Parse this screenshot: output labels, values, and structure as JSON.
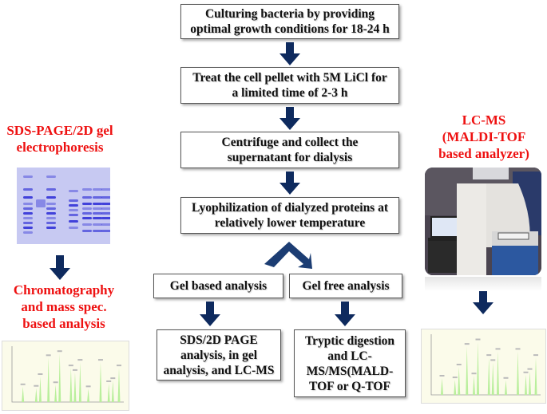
{
  "flow": {
    "step1": "Culturing bacteria by providing optimal growth conditions for 18-24 h",
    "step1_l1": "Culturing bacteria by providing",
    "step1_l2": "optimal growth conditions for 18-24 h",
    "step2_l1": "Treat the cell pellet with 5M LiCl for",
    "step2_l2": "a limited time of 2-3 h",
    "step3_l1": "Centrifuge and collect the",
    "step3_l2": "supernatant for dialysis",
    "step4_l1": "Lyophilization of dialyzed proteins at",
    "step4_l2": "relatively lower temperature",
    "branch_left": "Gel based analysis",
    "branch_right": "Gel free analysis",
    "left_result_l1": "SDS/2D PAGE",
    "left_result_l2": "analysis, in gel",
    "left_result_l3": "analysis, and LC-MS",
    "right_result_l1": "Tryptic digestion",
    "right_result_l2": "and LC-",
    "right_result_l3": "MS/MS(MALD-",
    "right_result_l4": "TOF or Q-TOF"
  },
  "left_panel": {
    "title_l1": "SDS-PAGE/2D gel",
    "title_l2": "electrophoresis",
    "caption_l1": "Chromatography",
    "caption_l2": "and mass spec.",
    "caption_l3": "based analysis"
  },
  "right_panel": {
    "title_l1": "LC-MS",
    "title_l2": "(MALDI-TOF",
    "title_l3": "based analyzer)"
  },
  "colors": {
    "arrow": "#0e2a5e",
    "label_red": "#ee1111",
    "gel_band": "#3a3ad8",
    "spectrum_peak": "#b9ef9c"
  },
  "spectrum_peaks": [
    0.3,
    0.27,
    0.5,
    0.87,
    0.34,
    0.95,
    0.67,
    0.58,
    0.78,
    0.26,
    0.78,
    0.36,
    0.42,
    0.67
  ]
}
